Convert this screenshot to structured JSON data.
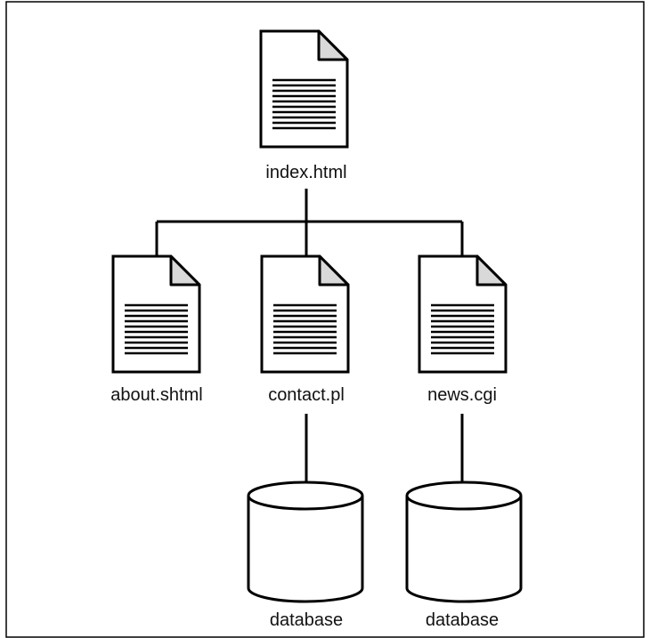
{
  "diagram": {
    "root": {
      "label": "index.html",
      "icon": "document-icon"
    },
    "children": [
      {
        "label": "about.shtml",
        "icon": "document-icon"
      },
      {
        "label": "contact.pl",
        "icon": "document-icon",
        "database": {
          "label": "database",
          "icon": "database-icon"
        }
      },
      {
        "label": "news.cgi",
        "icon": "document-icon",
        "database": {
          "label": "database",
          "icon": "database-icon"
        }
      }
    ]
  },
  "colors": {
    "line": "#000000",
    "page_fill": "#ffffff",
    "fold_fill": "#d9d9d9",
    "border": "#000000"
  }
}
